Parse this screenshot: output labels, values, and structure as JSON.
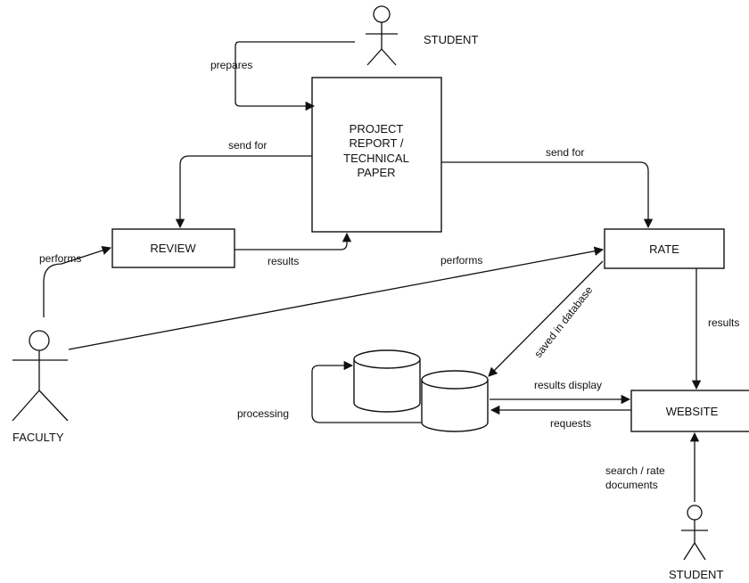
{
  "nodes": {
    "project_report": [
      "PROJECT",
      "REPORT /",
      "TECHNICAL",
      "PAPER"
    ],
    "review": "REVIEW",
    "rate": "RATE",
    "website": "WEBSITE"
  },
  "actors": {
    "student_top": "STUDENT",
    "faculty": "FACULTY",
    "student_bottom": "STUDENT"
  },
  "edges": {
    "prepares": "prepares",
    "send_for_review": "send for",
    "send_for_rate": "send for",
    "review_results": "results",
    "performs_review": "performs",
    "performs_rate": "performs",
    "saved_in_database": "saved in database",
    "rate_results": "results",
    "results_display": "results display",
    "requests": "requests",
    "processing": "processing",
    "search_rate": [
      "search / rate",
      "documents"
    ]
  }
}
